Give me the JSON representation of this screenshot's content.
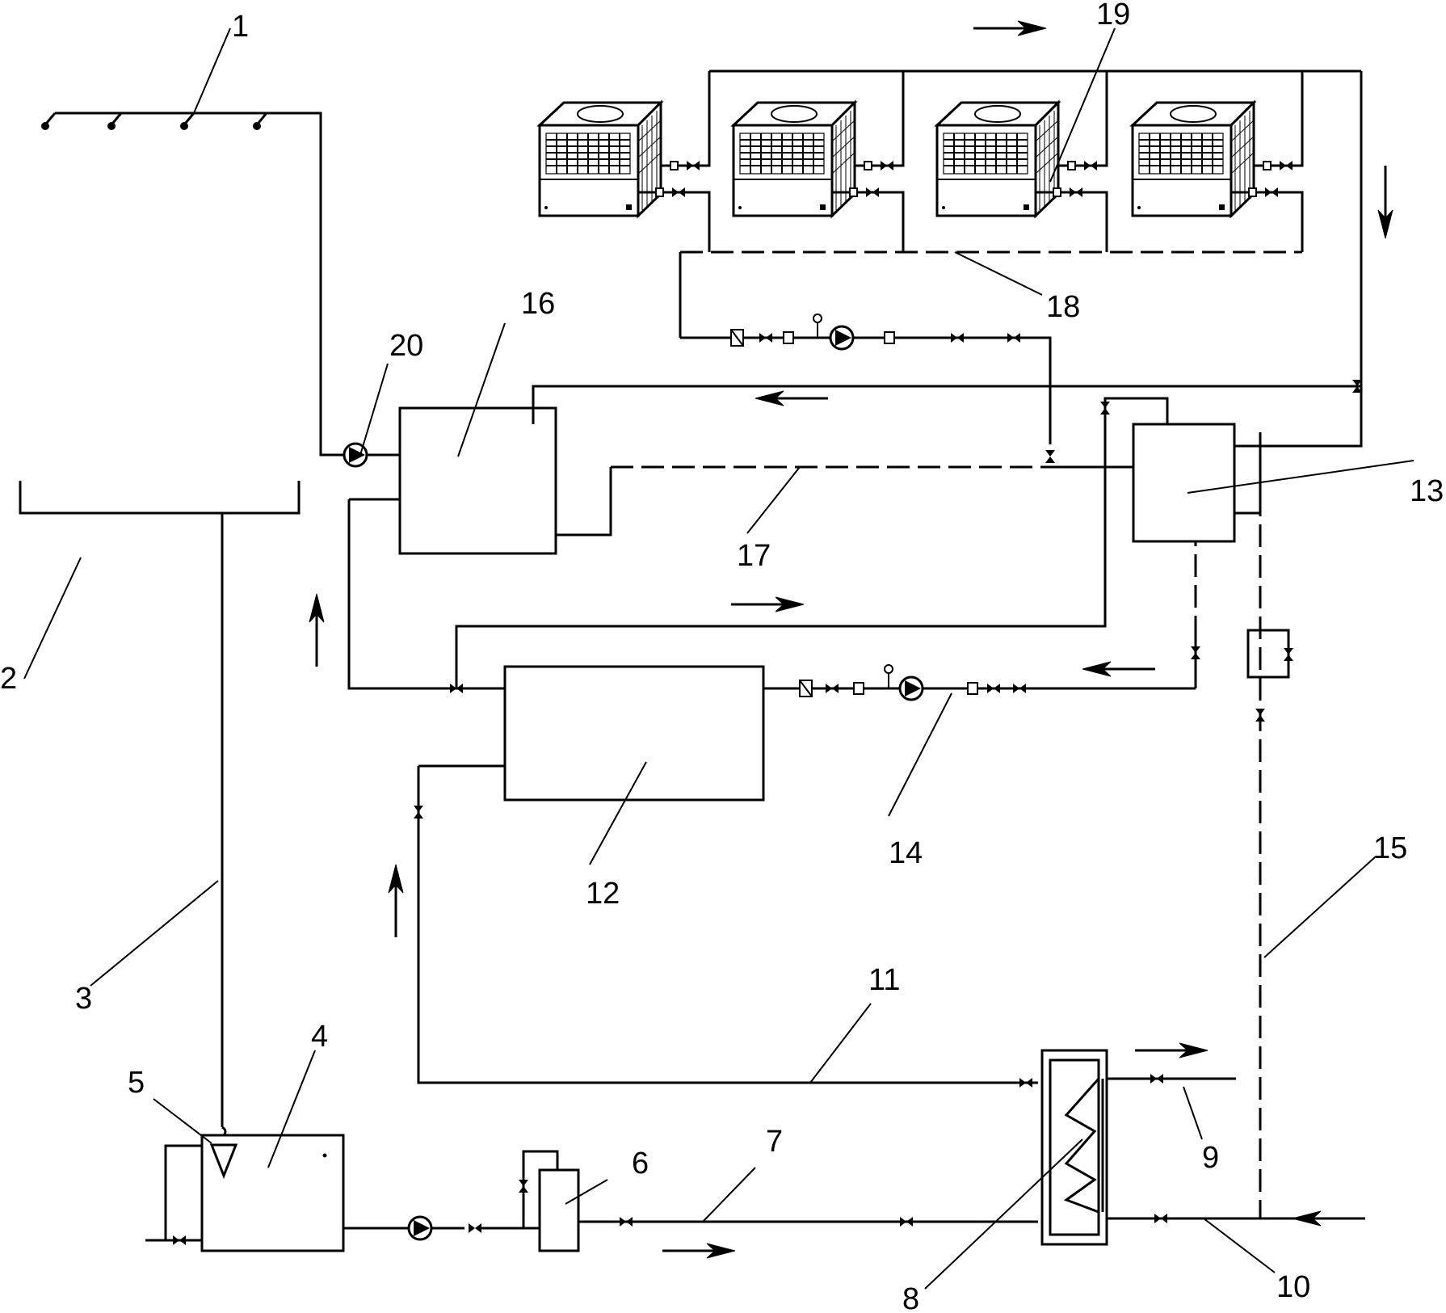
{
  "labels": {
    "n1": "1",
    "n2": "2",
    "n3": "3",
    "n4": "4",
    "n5": "5",
    "n6": "6",
    "n7": "7",
    "n8": "8",
    "n9": "9",
    "n10": "10",
    "n11": "11",
    "n12": "12",
    "n13": "13",
    "n14": "14",
    "n15": "15",
    "n16": "16",
    "n17": "17",
    "n18": "18",
    "n19": "19",
    "n20": "20"
  },
  "colors": {
    "line": "#000000",
    "background": "#ffffff"
  },
  "icons": [
    "sprinkler-head-icon",
    "pump-icon",
    "valve-icon",
    "check-valve-icon",
    "flow-arrow-icon",
    "heat-pump-unit-icon",
    "coil-icon",
    "float-valve-icon"
  ]
}
